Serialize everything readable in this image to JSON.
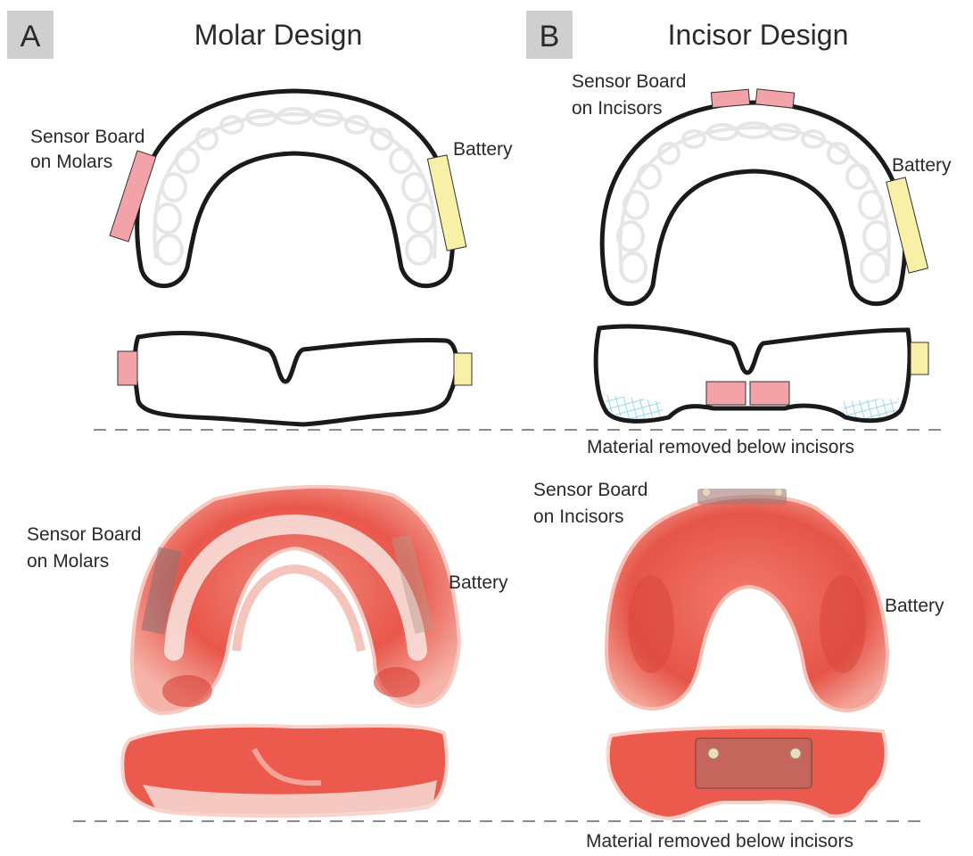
{
  "panels": [
    {
      "letter": "A",
      "title": "Molar Design",
      "sensor_label": [
        "Sensor Board",
        "on Molars"
      ],
      "battery_label": "Battery",
      "photo_sensor_label": [
        "Sensor Board",
        "on Molars"
      ],
      "photo_battery_label": "Battery"
    },
    {
      "letter": "B",
      "title": "Incisor Design",
      "sensor_label": [
        "Sensor Board",
        "on Incisors"
      ],
      "battery_label": "Battery",
      "removed_label": "Material removed below incisors",
      "photo_sensor_label": [
        "Sensor Board",
        "on Incisors"
      ],
      "photo_battery_label": "Battery",
      "photo_removed_label": "Material removed below incisors"
    }
  ],
  "colors": {
    "sensor_board": "#f2a3a8",
    "battery": "#f7f0a6",
    "outline": "#1a1a1a",
    "teeth": "#e6e6e6",
    "mesh": "#8fd0e8",
    "mouthguard": "#ec5a4e",
    "letter_box": "#cfcfcf",
    "ground_line": "#8a8a8a"
  }
}
